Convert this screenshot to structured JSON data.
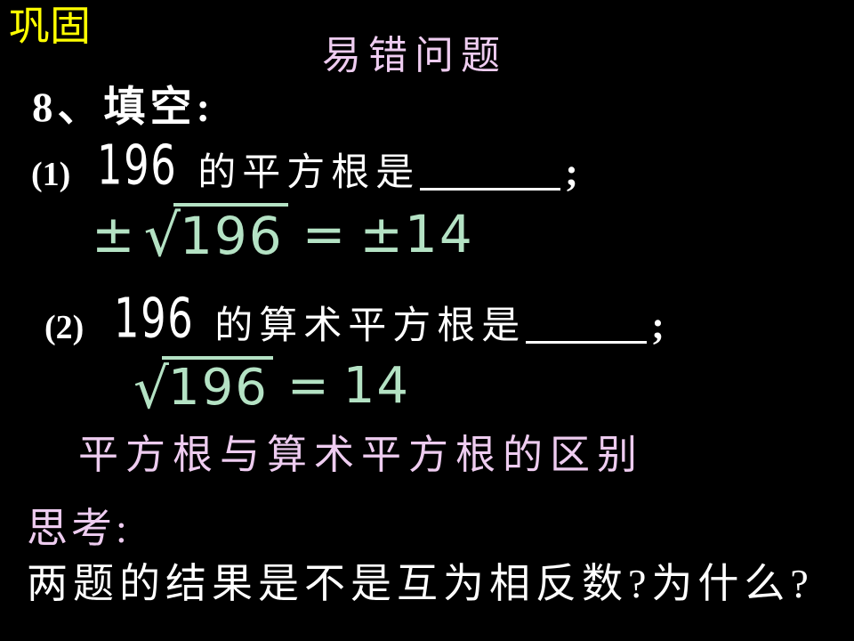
{
  "slide": {
    "badge": "巩固",
    "title": "易错问题",
    "question_heading": "8、填空:",
    "items": [
      {
        "label": "(1)",
        "number": "196",
        "prompt": "的平方根是",
        "punctuation": ";",
        "answer": {
          "prefix": "±",
          "radical_sign": "√",
          "radicand": "196",
          "equals": "=",
          "result": "±14"
        }
      },
      {
        "label": "(2)",
        "number": "196",
        "prompt": "的算术平方根是",
        "punctuation": ";",
        "answer": {
          "prefix": "",
          "radical_sign": "√",
          "radicand": "196",
          "equals": "=",
          "result": "14"
        }
      }
    ],
    "note": "平方根与算术平方根的区别",
    "think": {
      "label": "思考:",
      "question": "两题的结果是不是互为相反数?为什么?"
    },
    "colors": {
      "background": "#000000",
      "badge_yellow": "#ffff00",
      "title_pink": "#eeccf0",
      "answer_green": "#b4e2c4",
      "body_white": "#ffffff"
    }
  }
}
